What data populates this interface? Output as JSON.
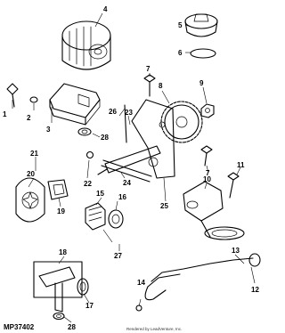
{
  "diagram": {
    "figure_code": "MP37402",
    "credit": "Rendered by LeadVenture, Inc.",
    "callouts": [
      "1",
      "2",
      "3",
      "4",
      "5",
      "6",
      "7",
      "7",
      "8",
      "9",
      "10",
      "11",
      "12",
      "13",
      "14",
      "15",
      "16",
      "17",
      "18",
      "19",
      "20",
      "21",
      "22",
      "23",
      "24",
      "25",
      "26",
      "27",
      "28",
      "28"
    ]
  }
}
